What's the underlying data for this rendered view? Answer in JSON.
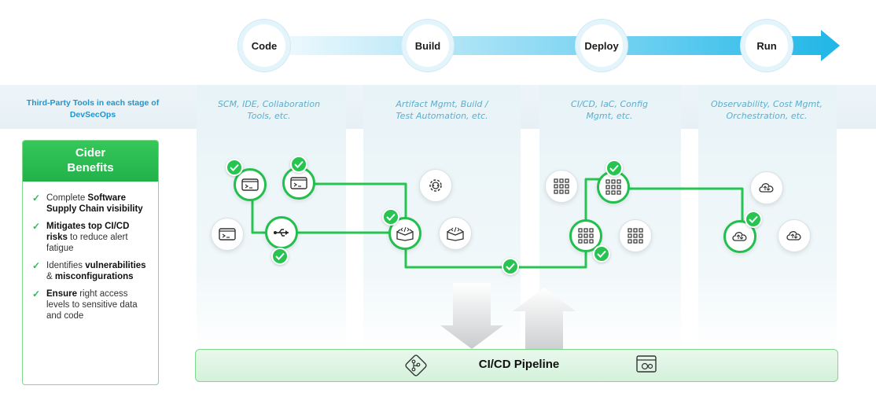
{
  "stages": [
    "Code",
    "Build",
    "Deploy",
    "Run"
  ],
  "third_party_label": "Third-Party Tools in each stage of DevSecOps",
  "stage_tools": [
    [
      "SCM, IDE, Collaboration",
      "Tools, etc."
    ],
    [
      "Artifact Mgmt, Build /",
      "Test Automation, etc."
    ],
    [
      "CI/CD, IaC, Config",
      "Mgmt, etc."
    ],
    [
      "Observability, Cost Mgmt,",
      "Orchestration, etc."
    ]
  ],
  "benefits": {
    "title_line1": "Cider",
    "title_line2": "Benefits",
    "items": [
      {
        "pre": "Complete ",
        "bold": "Software Supply Chain visibility",
        "post": ""
      },
      {
        "pre": "",
        "bold": "Mitigates top CI/CD risks",
        "post": " to reduce alert fatigue"
      },
      {
        "pre": "Identifies ",
        "bold": "vulnerabilities",
        "mid": " & ",
        "bold2": "misconfigurations",
        "post": ""
      },
      {
        "pre": "",
        "bold": "Ensure",
        "post": " right access levels to sensitive data and code"
      }
    ]
  },
  "pipeline_label": "CI/CD Pipeline",
  "colors": {
    "accent_green": "#27c451",
    "arrow_blue": "#1fb6e6",
    "label_blue": "#1e96cf"
  },
  "icons": [
    "terminal-icon",
    "usb-icon",
    "gear-code-icon",
    "box-code-icon",
    "grid-icon",
    "cloud-sync-icon",
    "git-branch-icon",
    "pipeline-window-icon",
    "check-icon"
  ]
}
